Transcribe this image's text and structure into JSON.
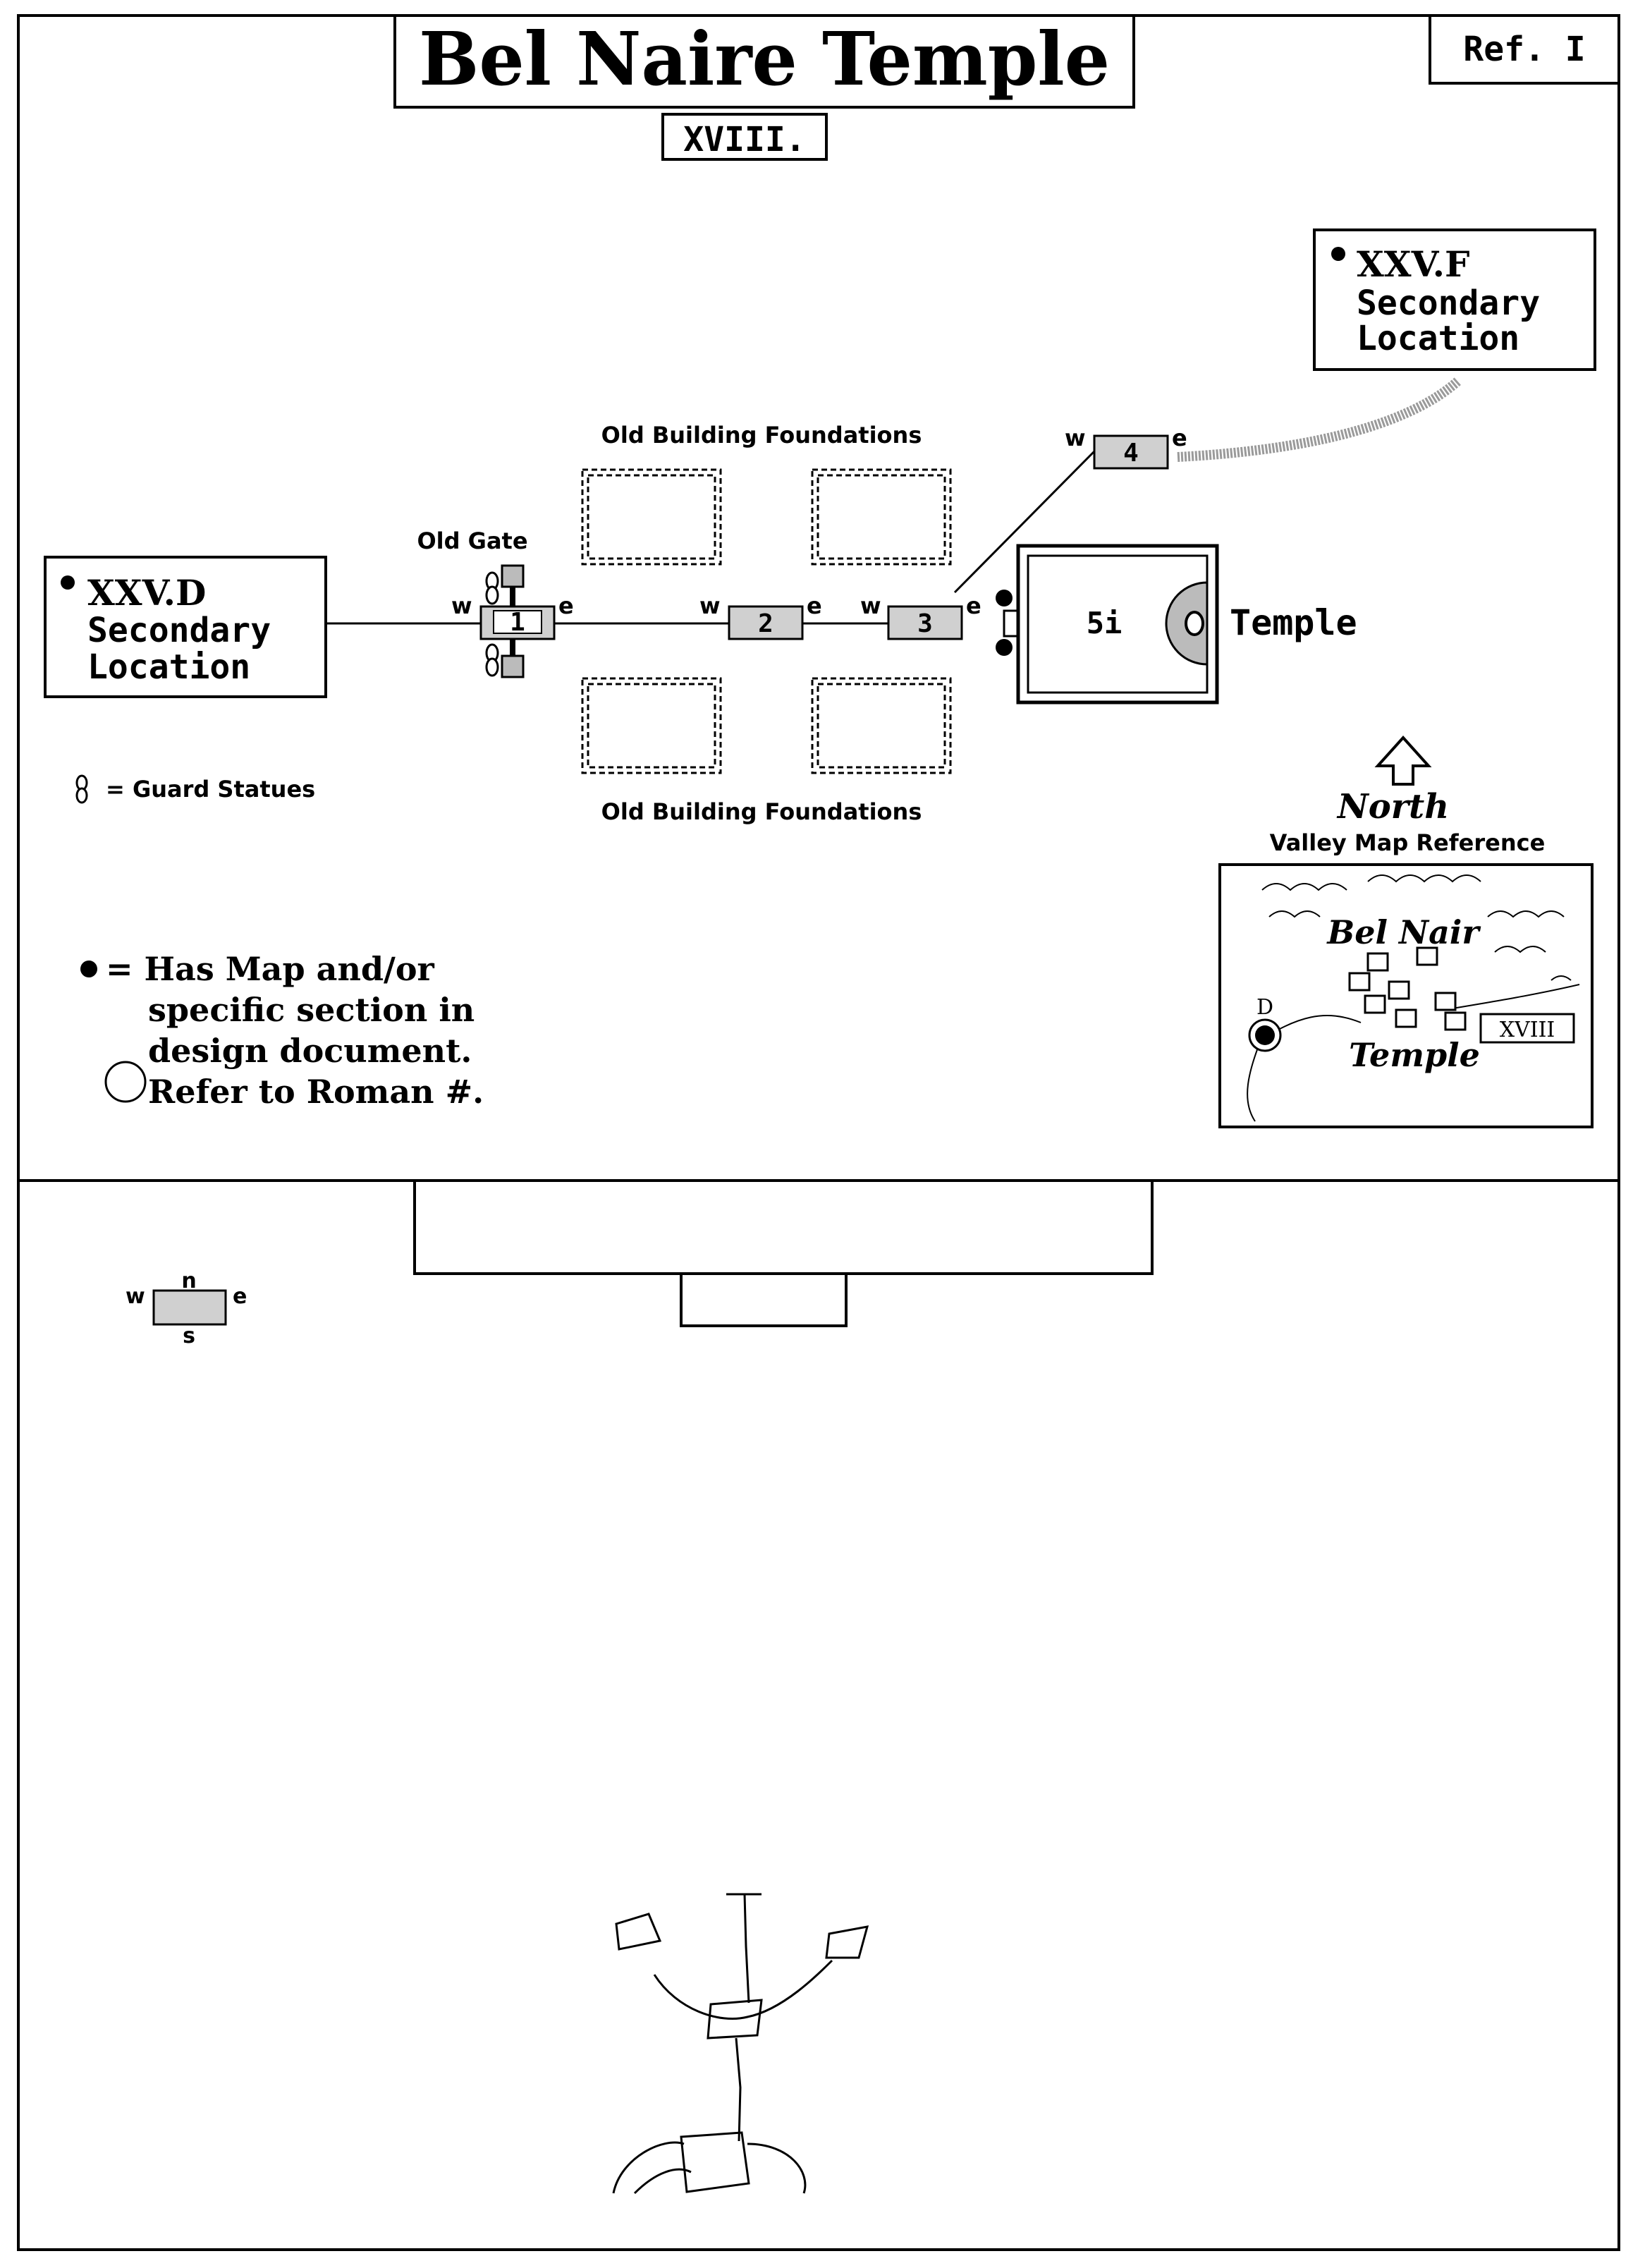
{
  "title": "Bel Naire Temple",
  "ref_label": "Ref. I",
  "section_numeral": "XVIII.",
  "locations": {
    "xxvf": {
      "code": "XXV.F",
      "line1": "Secondary",
      "line2": "Location"
    },
    "xxvd": {
      "code": "XXV.D",
      "line1": "Secondary",
      "line2": "Location"
    }
  },
  "labels": {
    "foundations_top": "Old Building Foundations",
    "foundations_bottom": "Old Building Foundations",
    "old_gate": "Old Gate",
    "temple": "Temple",
    "temple_room": "5i",
    "north": "North",
    "valley_ref": "Valley Map Reference"
  },
  "nodes": [
    {
      "number": "1",
      "west": "w",
      "east": "e"
    },
    {
      "number": "2",
      "west": "w",
      "east": "e"
    },
    {
      "number": "3",
      "west": "w",
      "east": "e"
    },
    {
      "number": "4",
      "west": "w",
      "east": "e"
    }
  ],
  "legend": {
    "guard_statues": "= Guard Statues",
    "map_line1": "= Has Map and/or",
    "map_line2": "specific section in",
    "map_line3": "design document.",
    "map_line4": "Refer to Roman #."
  },
  "valley_map": {
    "name1": "Bel Nair",
    "name2": "Temple",
    "marker": "D",
    "numeral": "XVIII"
  },
  "compass_key": {
    "n": "n",
    "s": "s",
    "w": "w",
    "e": "e"
  }
}
